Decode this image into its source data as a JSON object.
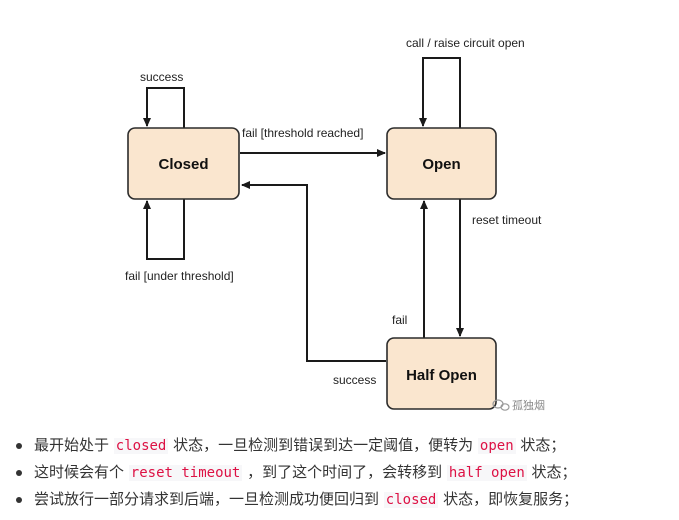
{
  "diagram": {
    "states": {
      "closed": "Closed",
      "open": "Open",
      "half_open": "Half Open"
    },
    "edges": {
      "closed_success": "success",
      "closed_to_open": "fail [threshold reached]",
      "closed_fail_under": "fail [under threshold]",
      "open_self": "call / raise circuit open",
      "open_to_half": "reset timeout",
      "half_to_open": "fail",
      "half_to_closed": "success"
    },
    "watermark": "孤独烟"
  },
  "notes": [
    {
      "pre": "最开始处于 ",
      "code": "closed",
      "post": " 状态，一旦检测到错误到达一定阈值，便转为 ",
      "code2": "open",
      "post2": " 状态；"
    },
    {
      "pre": "这时候会有个 ",
      "code": "reset timeout",
      "post": " ，到了这个时间了，会转移到 ",
      "code2": "half open",
      "post2": " 状态；"
    },
    {
      "pre": "尝试放行一部分请求到后端，一旦检测成功便回归到 ",
      "code": "closed",
      "post": " 状态，即恢复服务；"
    }
  ],
  "colors": {
    "state_fill": "#fae6cf",
    "code_text": "#dd1144"
  }
}
